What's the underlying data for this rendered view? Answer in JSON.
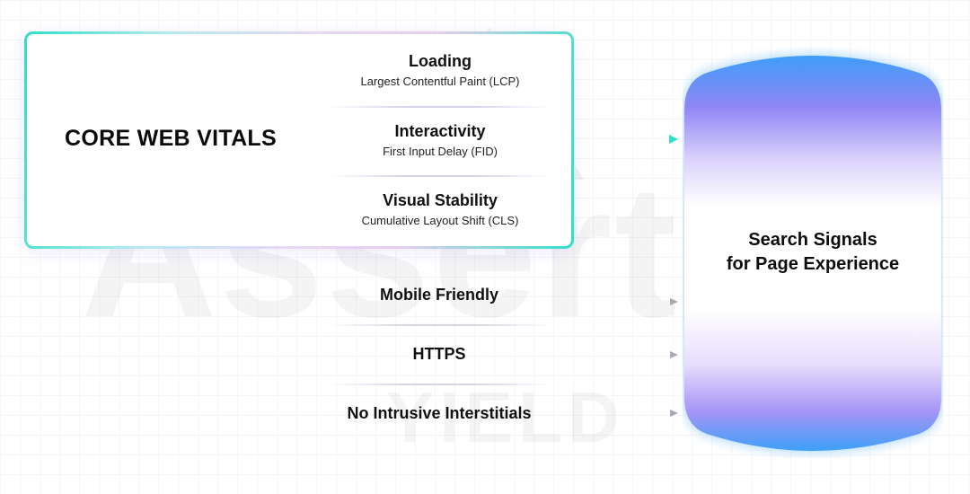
{
  "watermark": {
    "brand_main": "Assertive",
    "brand_sub": "YIELD"
  },
  "core_web_vitals": {
    "title": "CORE WEB VITALS",
    "metrics": [
      {
        "name": "Loading",
        "detail": "Largest Contentful Paint (LCP)"
      },
      {
        "name": "Interactivity",
        "detail": "First Input Delay (FID)"
      },
      {
        "name": "Visual Stability",
        "detail": "Cumulative Layout Shift (CLS)"
      }
    ]
  },
  "other_signals": [
    {
      "label": "Mobile Friendly"
    },
    {
      "label": "HTTPS"
    },
    {
      "label": "No Intrusive Interstitials"
    }
  ],
  "target": {
    "label_line1": "Search Signals",
    "label_line2": "for Page Experience"
  },
  "colors": {
    "accent_teal": "#2de0c8",
    "node_blue": "#4aa8f7",
    "node_purple": "#a58cf5",
    "arrow_gray": "#a9a9b5"
  }
}
